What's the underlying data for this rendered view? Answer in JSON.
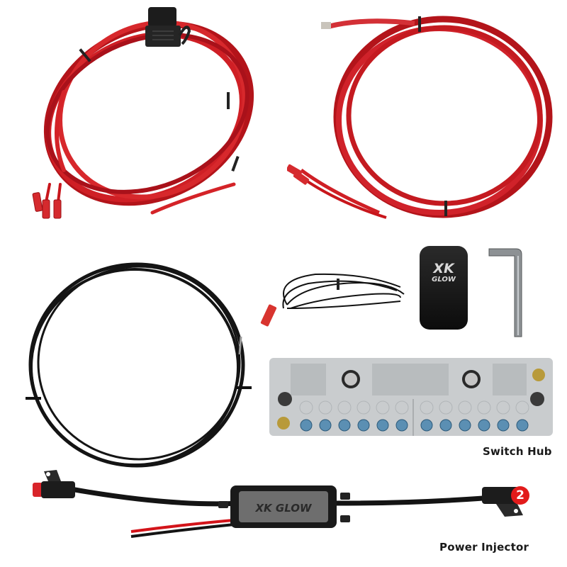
{
  "product": {
    "brand": "XK GLOW",
    "brand_line1": "XK",
    "brand_line2": "GLOW"
  },
  "components": [
    {
      "id": "red-harness-fused",
      "description": "Red braided wire harness with inline fuse holder and female spade terminals"
    },
    {
      "id": "red-power-wire",
      "description": "Red braided power wire with ring-less bare terminal and female spade terminals"
    },
    {
      "id": "black-ground-wire",
      "description": "Black coiled ground wire"
    },
    {
      "id": "black-signal-wire",
      "description": "Thin black wire with red female spade terminal"
    },
    {
      "id": "rocker-switch",
      "description": "Black rocker switch cover with XK GLOW logo"
    },
    {
      "id": "hex-key",
      "description": "L-shaped hex key"
    },
    {
      "id": "switch-hub",
      "description": "Grey terminal block bus bar with 12 blue screws"
    },
    {
      "id": "power-injector",
      "description": "Power injector module with XK GLOW logo and connectors"
    }
  ],
  "labels": {
    "switch_hub": "Switch Hub",
    "power_injector": "Power Injector"
  },
  "badge": {
    "value": "2",
    "color": "#e21b1b"
  },
  "colors": {
    "wire_red": "#c8161c",
    "wire_red_dark": "#8f0d12",
    "wire_black": "#141414",
    "hub_grey": "#c9ccce",
    "screw_blue": "#5b8fb3",
    "screw_brass": "#b89a3a"
  }
}
